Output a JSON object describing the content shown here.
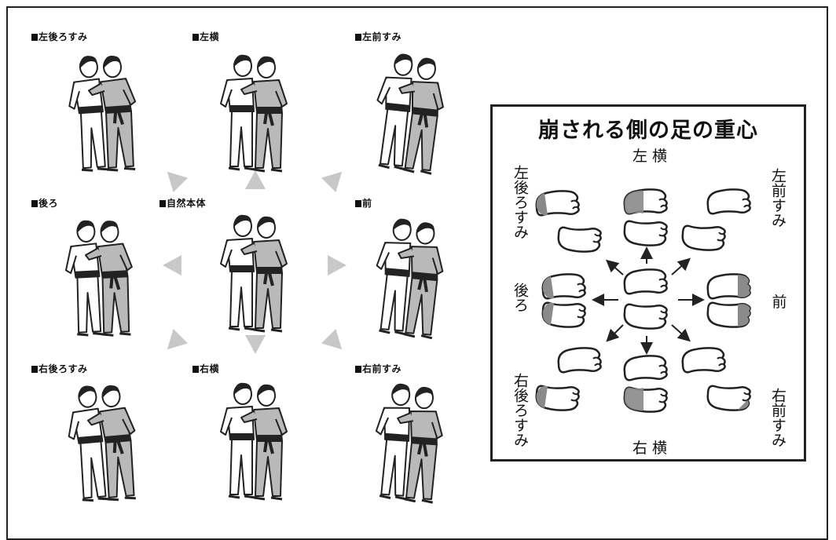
{
  "positions": [
    {
      "label": "左後ろすみ"
    },
    {
      "label": "左横"
    },
    {
      "label": "左前すみ"
    },
    {
      "label": "後ろ"
    },
    {
      "label": "自然本体"
    },
    {
      "label": "前"
    },
    {
      "label": "右後ろすみ"
    },
    {
      "label": "右横"
    },
    {
      "label": "右前すみ"
    }
  ],
  "legend": {
    "title": "崩される側の足の重心",
    "top": "左 横",
    "bottom": "右 横",
    "left_back": "左後ろすみ",
    "right_front": "左前すみ",
    "back": "後ろ",
    "front": "前",
    "bottom_left": "右後ろすみ",
    "bottom_right": "右前すみ"
  },
  "colors": {
    "line": "#222222",
    "gi_gray": "#b9b9b9",
    "arrow_gray": "#c8c8c8",
    "weight_shade": "#8a8a8a"
  },
  "icons": [
    "judo-pair-illustration",
    "direction-arrow",
    "foot-outline"
  ]
}
